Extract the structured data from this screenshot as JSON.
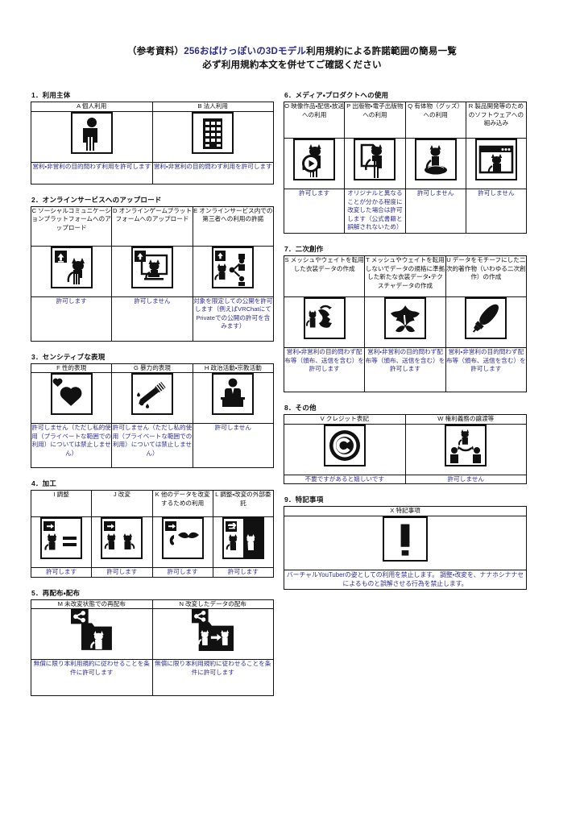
{
  "document": {
    "title_prefix": "（参考資料）",
    "title_accent": "256おばけっぽいの3Dモデル",
    "title_suffix": "利用規約による許諾範囲の簡易一覧",
    "subtitle": "必ず利用規約本文を併せてご確認ください",
    "accent_color": "#2b2b8f",
    "result_color": "#2f2f9c",
    "line_color": "#111111"
  },
  "sections": [
    {
      "id": "s1",
      "heading": "1．利用主体",
      "columns": [
        {
          "code": "A",
          "label": "A 個人利用",
          "icon": "person-icon",
          "result": "営利・非営利の目的問わず利用を許可します"
        },
        {
          "code": "B",
          "label": "B 法人利用",
          "icon": "building-icon",
          "result": "営利・非営利の目的問わず利用を許可します"
        }
      ]
    },
    {
      "id": "s2",
      "heading": "2．オンラインサービスへのアップロード",
      "columns": [
        {
          "code": "C",
          "label": "C ソーシャルコミュニケーションプラットフォームへのアップロード",
          "icon": "upload-cat-icon",
          "result": "許可します"
        },
        {
          "code": "D",
          "label": "D オンラインゲームプラットフォームへのアップロード",
          "icon": "upload-monitor-cat-icon",
          "result": "許可しません"
        },
        {
          "code": "E",
          "label": "E オンラインサービス内での第三者への利用の許諾",
          "icon": "upload-share-people-icon",
          "result": "対象を限定しての公開を許可します（例えばVRChatにてPrivateでの公開の許可を含みます）"
        }
      ]
    },
    {
      "id": "s3",
      "heading": "3．センシティブな表現",
      "columns": [
        {
          "code": "F",
          "label": "F 性的表現",
          "icon": "hearts-icon",
          "result": "許可しません（ただし私的使用（プライベートな範囲での利用）については禁止しません）"
        },
        {
          "code": "G",
          "label": "G 暴力的表現",
          "icon": "knife-icon",
          "result": "許可しません（ただし私的使用（プライベートな範囲での利用）については禁止しません）"
        },
        {
          "code": "H",
          "label": "H 政治活動・宗教活動",
          "icon": "podium-speaker-icon",
          "result": "許可しません"
        }
      ]
    },
    {
      "id": "s4",
      "heading": "4．加工",
      "columns": [
        {
          "code": "I",
          "label": "I 調整",
          "icon": "adjust-cat-equals-icon",
          "result": "許可します"
        },
        {
          "code": "J",
          "label": "J 改変",
          "icon": "modify-two-cats-icon",
          "result": "許可します"
        },
        {
          "code": "K",
          "label": "K 他のデータを改変するための利用",
          "icon": "modify-other-data-icon",
          "result": "許可します"
        },
        {
          "code": "L",
          "label": "L 調整・改変の外部委託",
          "icon": "outsource-cat-icon",
          "result": "許可します"
        }
      ]
    },
    {
      "id": "s5",
      "heading": "5．再配布・配布",
      "columns": [
        {
          "code": "M",
          "label": "M 未改変状態での再配布",
          "icon": "share-folder-cat-icon",
          "result": "無償に限り本利用規約に従わせることを条件に許可します"
        },
        {
          "code": "N",
          "label": "N 改変したデータの配布",
          "icon": "share-folder-modified-cat-icon",
          "result": "無償に限り本利用規約に従わせることを条件に許可します"
        }
      ]
    },
    {
      "id": "s6",
      "heading": "6．メディア・プロダクトへの使用",
      "columns": [
        {
          "code": "O",
          "label": "O 映像作品・配信・放送への利用",
          "icon": "cat-play-button-icon",
          "result": "許可します"
        },
        {
          "code": "P",
          "label": "P 出版物・電子出版物への利用",
          "icon": "cat-document-icon",
          "result": "オリジナルと異なることが分かる程度に改変した場合は許可します（公式書籍と誤解されないため）"
        },
        {
          "code": "Q",
          "label": "Q 有体物（グッズ）への利用",
          "icon": "cat-figurine-icon",
          "result": "許可しません"
        },
        {
          "code": "R",
          "label": "R 製品開発等のためのソフトウェアへの組み込み",
          "icon": "cat-browser-window-icon",
          "result": "許可しません"
        }
      ]
    },
    {
      "id": "s7",
      "heading": "7．二次創作",
      "columns": [
        {
          "code": "S",
          "label": "S メッシュやウェイトを転用した衣装データの作成",
          "icon": "cat-cloth-transfer-icon",
          "result": "営利・非営利の目的問わず配布等（頒布、送信を含む）を許可します"
        },
        {
          "code": "T",
          "label": "T メッシュやウェイトを転用しないでデータの規格に準拠した新たな衣装データ・テクスチャデータの作成",
          "icon": "cloth-texture-icon",
          "result": "営利・非営利の目的問わず配布等（頒布、送信を含む）を許可します"
        },
        {
          "code": "U",
          "label": "U データをモチーフにした二次的著作物（いわゆる二次創作）の作成",
          "icon": "paintbrush-icon",
          "result": "営利・非営利の目的問わず配布等（頒布、送信を含む）を許可します"
        }
      ]
    },
    {
      "id": "s8",
      "heading": "8．その他",
      "columns": [
        {
          "code": "V",
          "label": "V クレジット表記",
          "icon": "copyright-icon",
          "result": "不要ですがあると嬉しいです"
        },
        {
          "code": "W",
          "label": "W 権利義務の譲渡等",
          "icon": "rights-transfer-icon",
          "result": "許可しません"
        }
      ]
    },
    {
      "id": "s9",
      "heading": "9．特記事項",
      "columns": [
        {
          "code": "X",
          "label": "X 特記事項",
          "icon": "exclamation-icon",
          "result": "バーチャルYouTuberの姿としての利用を禁止します。\n調整・改変を、ナナホシナナセによるものと誤解させる行為を禁止します。"
        }
      ]
    }
  ]
}
